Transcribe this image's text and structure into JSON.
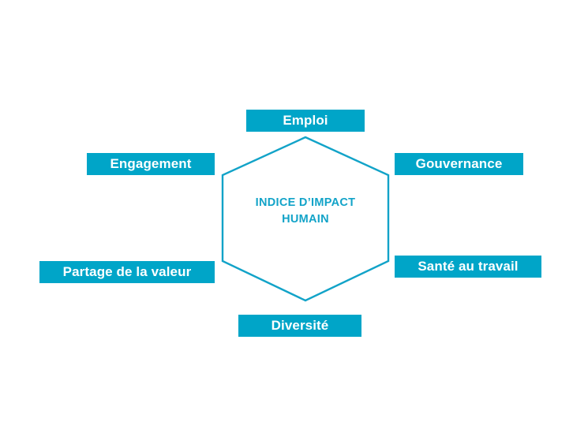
{
  "diagram": {
    "type": "hexagon-hub-and-spoke",
    "accent_color": "#00A5C8",
    "outline_color": "#12A3C8",
    "label_text_color": "#FFFFFF",
    "background_color": "#FFFFFF",
    "center": {
      "line1": "INDICE D’IMPACT",
      "line2": "HUMAIN",
      "text": "INDICE D’IMPACT\nHUMAIN"
    },
    "nodes": [
      {
        "id": "emploi",
        "label": "Emploi",
        "position": "top"
      },
      {
        "id": "gouvernance",
        "label": "Gouvernance",
        "position": "upper-right"
      },
      {
        "id": "sante",
        "label": "Santé au travail",
        "position": "lower-right"
      },
      {
        "id": "diversite",
        "label": "Diversité",
        "position": "bottom"
      },
      {
        "id": "partage",
        "label": "Partage de la valeur",
        "position": "lower-left"
      },
      {
        "id": "engagement",
        "label": "Engagement",
        "position": "upper-left"
      }
    ]
  }
}
